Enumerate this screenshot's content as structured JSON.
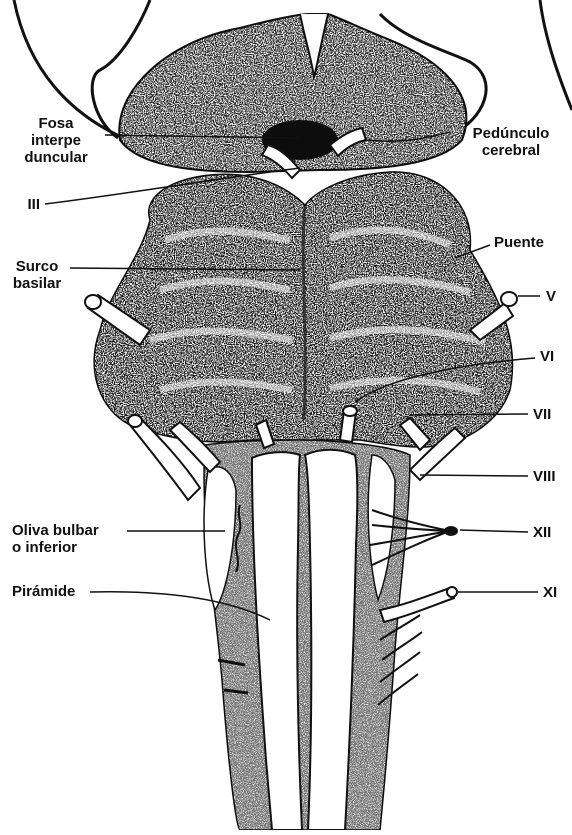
{
  "labels": {
    "fosa_line1": "Fosa",
    "fosa_line2": "interpe",
    "fosa_line3": "duncular",
    "pedunculo_line1": "Pedúnculo",
    "pedunculo_line2": "cerebral",
    "nerve_iii": "III",
    "surco_line1": "Surco",
    "surco_line2": "basilar",
    "puente": "Puente",
    "nerve_v": "V",
    "nerve_vi": "VI",
    "nerve_vii": "VII",
    "nerve_viii": "VIII",
    "oliva_line1": "Oliva bulbar",
    "oliva_line2": "o inferior",
    "nerve_xii": "XII",
    "piramide": "Pirámide",
    "nerve_xi": "XI"
  },
  "colors": {
    "ink": "#111111",
    "paper": "#ffffff",
    "stipple": "#2a2a2a"
  }
}
